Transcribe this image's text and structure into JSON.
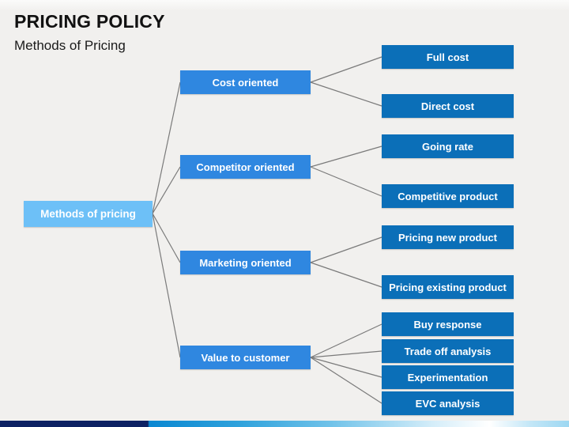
{
  "slide": {
    "title": "PRICING POLICY",
    "subtitle": "Methods of Pricing"
  },
  "tree": {
    "root": {
      "label": "Methods of pricing"
    },
    "branches": [
      {
        "label": "Cost oriented",
        "children": [
          {
            "label": "Full cost"
          },
          {
            "label": "Direct cost"
          }
        ]
      },
      {
        "label": "Competitor oriented",
        "children": [
          {
            "label": "Going rate"
          },
          {
            "label": "Competitive product"
          }
        ]
      },
      {
        "label": "Marketing oriented",
        "children": [
          {
            "label": "Pricing new product"
          },
          {
            "label": "Pricing existing product"
          }
        ]
      },
      {
        "label": "Value to customer",
        "children": [
          {
            "label": "Buy response"
          },
          {
            "label": "Trade off analysis"
          },
          {
            "label": "Experimentation"
          },
          {
            "label": "EVC analysis"
          }
        ]
      }
    ]
  },
  "colors": {
    "root_box": "#6dc0f7",
    "branch_box": "#2f87e0",
    "leaf_box": "#0b6fb8",
    "connector": "#7a7a7a",
    "background": "#f1f0ee",
    "footer_navy": "#0d2163",
    "footer_blue": "#0a87d1",
    "text_on_box": "#ffffff",
    "title_text": "#111111"
  }
}
